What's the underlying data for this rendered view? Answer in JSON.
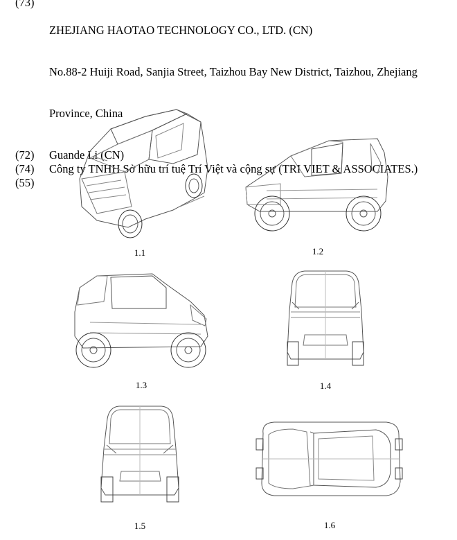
{
  "biblio": [
    {
      "code": "(73)",
      "lines": [
        "ZHEJIANG HAOTAO TECHNOLOGY CO., LTD. (CN)",
        "No.88-2 Huiji Road, Sanjia Street, Taizhou Bay New District, Taizhou, Zhejiang",
        "Province, China"
      ]
    },
    {
      "code": "(72)",
      "lines": [
        "Guande Li (CN)"
      ]
    },
    {
      "code": "(74)",
      "lines": [
        "Công ty TNHH Sở hữu trí tuệ Trí Việt và cộng sự (TRI VIET & ASSOCIATES.)"
      ]
    },
    {
      "code": "(55)",
      "lines": [
        ""
      ]
    }
  ],
  "figures": {
    "f1": {
      "caption": "1.1",
      "view": "perspective-front"
    },
    "f2": {
      "caption": "1.2",
      "view": "perspective-rear"
    },
    "f3": {
      "caption": "1.3",
      "view": "perspective-rear-left"
    },
    "f4": {
      "caption": "1.4",
      "view": "front"
    },
    "f5": {
      "caption": "1.5",
      "view": "rear"
    },
    "f6": {
      "caption": "1.6",
      "view": "top"
    }
  }
}
